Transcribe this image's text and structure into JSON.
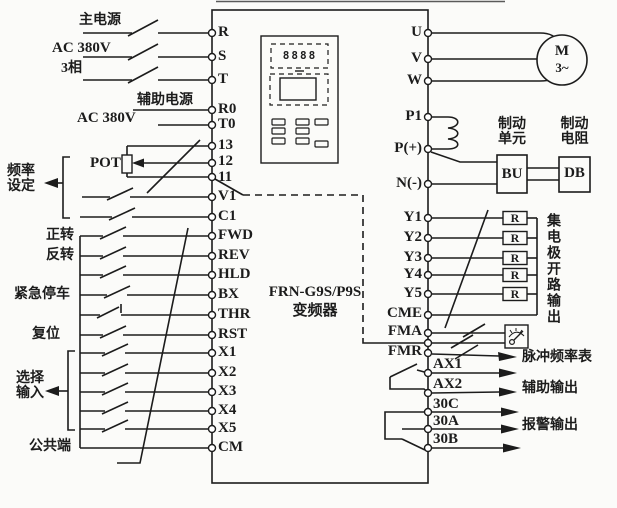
{
  "colors": {
    "ink": "#1c1c1c",
    "bg": "#fbfbf9"
  },
  "power": {
    "main": "主电源",
    "main_voltage": "AC 380V",
    "phase": "3相",
    "aux": "辅助电源",
    "aux_voltage": "AC 380V"
  },
  "inputs": {
    "pot": "POT",
    "freq_l1": "频率",
    "freq_l2": "设定",
    "forward": "正转",
    "reverse": "反转",
    "estop": "紧急停车",
    "reset": "复位",
    "select_l1": "选择",
    "select_l2": "输入",
    "common": "公共端"
  },
  "terminals": {
    "left": [
      "R",
      "S",
      "T",
      "R0",
      "T0",
      "13",
      "12",
      "11",
      "V1",
      "C1",
      "FWD",
      "REV",
      "HLD",
      "BX",
      "THR",
      "RST",
      "X1",
      "X2",
      "X3",
      "X4",
      "X5",
      "CM"
    ],
    "right": [
      "U",
      "V",
      "W",
      "P1",
      "P(+)",
      "N(-)",
      "Y1",
      "Y2",
      "Y3",
      "Y4",
      "Y5",
      "CME",
      "FMA",
      "FMR"
    ],
    "relay": [
      "AX1",
      "AX2",
      "30C",
      "30A",
      "30B"
    ]
  },
  "inverter": {
    "model": "FRN-G9S/P9S",
    "name": "变频器",
    "display": "8888"
  },
  "outputs": {
    "motor": "M",
    "motor_phases": "3~",
    "brake_unit_l1": "制动",
    "brake_unit_l2": "单元",
    "brake_unit_code": "BU",
    "brake_res_l1": "制动",
    "brake_res_l2": "电阻",
    "brake_res_code": "DB",
    "resistor": "R",
    "open_collector": "集电极开路输出",
    "pulse_meter": "脉冲频率表",
    "aux_output": "辅助输出",
    "alarm_output": "报警输出"
  }
}
